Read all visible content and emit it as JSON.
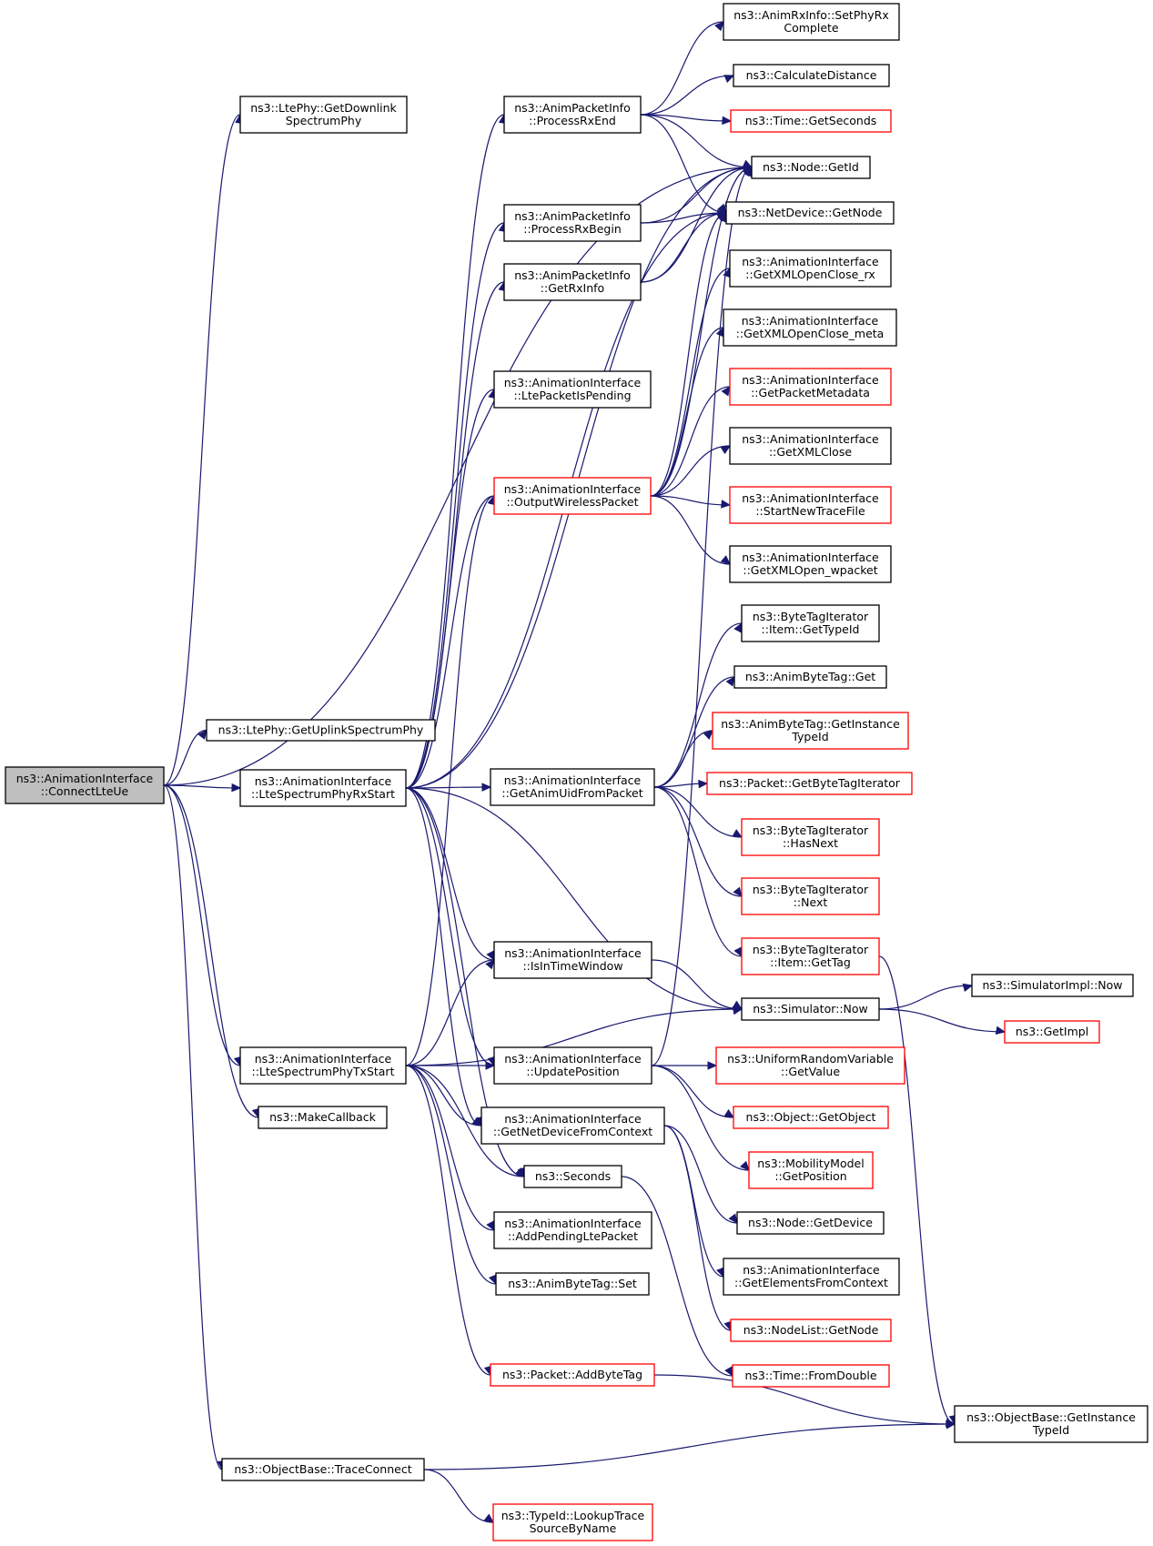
{
  "colors": {
    "edge": "#191970",
    "red_border": "#ff0000",
    "root_fill": "#bfbfbf"
  },
  "nodes": [
    {
      "id": "connect",
      "lines": [
        "ns3::AnimationInterface",
        "::ConnectLteUe"
      ],
      "style": "root"
    },
    {
      "id": "getDownlink",
      "lines": [
        "ns3::LtePhy::GetDownlink",
        "SpectrumPhy"
      ]
    },
    {
      "id": "getUplink",
      "lines": [
        "ns3::LtePhy::GetUplinkSpectrumPhy"
      ]
    },
    {
      "id": "rxStart",
      "lines": [
        "ns3::AnimationInterface",
        "::LteSpectrumPhyRxStart"
      ]
    },
    {
      "id": "txStart",
      "lines": [
        "ns3::AnimationInterface",
        "::LteSpectrumPhyTxStart"
      ]
    },
    {
      "id": "makeCallback",
      "lines": [
        "ns3::MakeCallback"
      ]
    },
    {
      "id": "traceConnect",
      "lines": [
        "ns3::ObjectBase::TraceConnect"
      ]
    },
    {
      "id": "processRxEnd",
      "lines": [
        "ns3::AnimPacketInfo",
        "::ProcessRxEnd"
      ]
    },
    {
      "id": "processRxBegin",
      "lines": [
        "ns3::AnimPacketInfo",
        "::ProcessRxBegin"
      ]
    },
    {
      "id": "getRxInfo",
      "lines": [
        "ns3::AnimPacketInfo",
        "::GetRxInfo"
      ]
    },
    {
      "id": "ltePacketIsPending",
      "lines": [
        "ns3::AnimationInterface",
        "::LtePacketIsPending"
      ]
    },
    {
      "id": "outputWireless",
      "lines": [
        "ns3::AnimationInterface",
        "::OutputWirelessPacket"
      ],
      "style": "red"
    },
    {
      "id": "getAnimUid",
      "lines": [
        "ns3::AnimationInterface",
        "::GetAnimUidFromPacket"
      ]
    },
    {
      "id": "isInTimeWindow",
      "lines": [
        "ns3::AnimationInterface",
        "::IsInTimeWindow"
      ]
    },
    {
      "id": "updatePosition",
      "lines": [
        "ns3::AnimationInterface",
        "::UpdatePosition"
      ]
    },
    {
      "id": "getNetDeviceFromContext",
      "lines": [
        "ns3::AnimationInterface",
        "::GetNetDeviceFromContext"
      ]
    },
    {
      "id": "seconds",
      "lines": [
        "ns3::Seconds"
      ]
    },
    {
      "id": "addPendingLte",
      "lines": [
        "ns3::AnimationInterface",
        "::AddPendingLtePacket"
      ]
    },
    {
      "id": "animByteTagSet",
      "lines": [
        "ns3::AnimByteTag::Set"
      ]
    },
    {
      "id": "addByteTag",
      "lines": [
        "ns3::Packet::AddByteTag"
      ],
      "style": "red"
    },
    {
      "id": "lookupTrace",
      "lines": [
        "ns3::TypeId::LookupTrace",
        "SourceByName"
      ],
      "style": "red"
    },
    {
      "id": "setPhyRx",
      "lines": [
        "ns3::AnimRxInfo::SetPhyRx",
        "Complete"
      ]
    },
    {
      "id": "calcDistance",
      "lines": [
        "ns3::CalculateDistance"
      ]
    },
    {
      "id": "timeGetSeconds",
      "lines": [
        "ns3::Time::GetSeconds"
      ],
      "style": "red"
    },
    {
      "id": "nodeGetId",
      "lines": [
        "ns3::Node::GetId"
      ]
    },
    {
      "id": "netDeviceGetNode",
      "lines": [
        "ns3::NetDevice::GetNode"
      ]
    },
    {
      "id": "xmlRx",
      "lines": [
        "ns3::AnimationInterface",
        "::GetXMLOpenClose_rx"
      ]
    },
    {
      "id": "xmlMeta",
      "lines": [
        "ns3::AnimationInterface",
        "::GetXMLOpenClose_meta"
      ]
    },
    {
      "id": "getPacketMetadata",
      "lines": [
        "ns3::AnimationInterface",
        "::GetPacketMetadata"
      ],
      "style": "red"
    },
    {
      "id": "xmlClose",
      "lines": [
        "ns3::AnimationInterface",
        "::GetXMLClose"
      ]
    },
    {
      "id": "startNewTrace",
      "lines": [
        "ns3::AnimationInterface",
        "::StartNewTraceFile"
      ],
      "style": "red"
    },
    {
      "id": "xmlOpenWpacket",
      "lines": [
        "ns3::AnimationInterface",
        "::GetXMLOpen_wpacket"
      ]
    },
    {
      "id": "itemGetTypeId",
      "lines": [
        "ns3::ByteTagIterator",
        "::Item::GetTypeId"
      ]
    },
    {
      "id": "animByteTagGet",
      "lines": [
        "ns3::AnimByteTag::Get"
      ]
    },
    {
      "id": "animByteTagInstance",
      "lines": [
        "ns3::AnimByteTag::GetInstance",
        "TypeId"
      ],
      "style": "red"
    },
    {
      "id": "getByteTagIterator",
      "lines": [
        "ns3::Packet::GetByteTagIterator"
      ],
      "style": "red"
    },
    {
      "id": "hasNext",
      "lines": [
        "ns3::ByteTagIterator",
        "::HasNext"
      ],
      "style": "red"
    },
    {
      "id": "next",
      "lines": [
        "ns3::ByteTagIterator",
        "::Next"
      ],
      "style": "red"
    },
    {
      "id": "itemGetTag",
      "lines": [
        "ns3::ByteTagIterator",
        "::Item::GetTag"
      ],
      "style": "red"
    },
    {
      "id": "simulatorNow",
      "lines": [
        "ns3::Simulator::Now"
      ]
    },
    {
      "id": "simImplNow",
      "lines": [
        "ns3::SimulatorImpl::Now"
      ]
    },
    {
      "id": "getImpl",
      "lines": [
        "ns3::GetImpl"
      ],
      "style": "red"
    },
    {
      "id": "uniformGetValue",
      "lines": [
        "ns3::UniformRandomVariable",
        "::GetValue"
      ],
      "style": "red"
    },
    {
      "id": "objectGetObject",
      "lines": [
        "ns3::Object::GetObject"
      ],
      "style": "red"
    },
    {
      "id": "mobilityGetPosition",
      "lines": [
        "ns3::MobilityModel",
        "::GetPosition"
      ],
      "style": "red"
    },
    {
      "id": "nodeGetDevice",
      "lines": [
        "ns3::Node::GetDevice"
      ]
    },
    {
      "id": "getElementsFromContext",
      "lines": [
        "ns3::AnimationInterface",
        "::GetElementsFromContext"
      ]
    },
    {
      "id": "nodeListGetNode",
      "lines": [
        "ns3::NodeList::GetNode"
      ],
      "style": "red"
    },
    {
      "id": "timeFromDouble",
      "lines": [
        "ns3::Time::FromDouble"
      ],
      "style": "red"
    },
    {
      "id": "objectBaseInstance",
      "lines": [
        "ns3::ObjectBase::GetInstance",
        "TypeId"
      ]
    }
  ],
  "edges": [
    [
      "connect",
      "getDownlink"
    ],
    [
      "connect",
      "nodeGetId"
    ],
    [
      "connect",
      "getUplink"
    ],
    [
      "connect",
      "rxStart"
    ],
    [
      "connect",
      "txStart"
    ],
    [
      "connect",
      "makeCallback"
    ],
    [
      "connect",
      "traceConnect"
    ],
    [
      "rxStart",
      "processRxEnd"
    ],
    [
      "rxStart",
      "processRxBegin"
    ],
    [
      "rxStart",
      "getRxInfo"
    ],
    [
      "rxStart",
      "ltePacketIsPending"
    ],
    [
      "rxStart",
      "outputWireless"
    ],
    [
      "rxStart",
      "nodeGetId"
    ],
    [
      "rxStart",
      "netDeviceGetNode"
    ],
    [
      "rxStart",
      "getAnimUid"
    ],
    [
      "rxStart",
      "isInTimeWindow"
    ],
    [
      "rxStart",
      "simulatorNow"
    ],
    [
      "rxStart",
      "updatePosition"
    ],
    [
      "rxStart",
      "getNetDeviceFromContext"
    ],
    [
      "rxStart",
      "seconds"
    ],
    [
      "txStart",
      "outputWireless"
    ],
    [
      "txStart",
      "isInTimeWindow"
    ],
    [
      "txStart",
      "simulatorNow"
    ],
    [
      "txStart",
      "updatePosition"
    ],
    [
      "txStart",
      "getNetDeviceFromContext"
    ],
    [
      "txStart",
      "seconds"
    ],
    [
      "txStart",
      "addPendingLte"
    ],
    [
      "txStart",
      "animByteTagSet"
    ],
    [
      "txStart",
      "addByteTag"
    ],
    [
      "traceConnect",
      "objectBaseInstance"
    ],
    [
      "traceConnect",
      "lookupTrace"
    ],
    [
      "processRxEnd",
      "setPhyRx"
    ],
    [
      "processRxEnd",
      "calcDistance"
    ],
    [
      "processRxEnd",
      "timeGetSeconds"
    ],
    [
      "processRxEnd",
      "nodeGetId"
    ],
    [
      "processRxEnd",
      "netDeviceGetNode"
    ],
    [
      "processRxBegin",
      "nodeGetId"
    ],
    [
      "processRxBegin",
      "netDeviceGetNode"
    ],
    [
      "getRxInfo",
      "nodeGetId"
    ],
    [
      "getRxInfo",
      "netDeviceGetNode"
    ],
    [
      "outputWireless",
      "nodeGetId"
    ],
    [
      "outputWireless",
      "netDeviceGetNode"
    ],
    [
      "outputWireless",
      "xmlRx"
    ],
    [
      "outputWireless",
      "xmlMeta"
    ],
    [
      "outputWireless",
      "getPacketMetadata"
    ],
    [
      "outputWireless",
      "xmlClose"
    ],
    [
      "outputWireless",
      "startNewTrace"
    ],
    [
      "outputWireless",
      "xmlOpenWpacket"
    ],
    [
      "getAnimUid",
      "itemGetTypeId"
    ],
    [
      "getAnimUid",
      "animByteTagGet"
    ],
    [
      "getAnimUid",
      "animByteTagInstance"
    ],
    [
      "getAnimUid",
      "getByteTagIterator"
    ],
    [
      "getAnimUid",
      "hasNext"
    ],
    [
      "getAnimUid",
      "next"
    ],
    [
      "getAnimUid",
      "itemGetTag"
    ],
    [
      "isInTimeWindow",
      "simulatorNow"
    ],
    [
      "updatePosition",
      "nodeGetId"
    ],
    [
      "updatePosition",
      "uniformGetValue"
    ],
    [
      "updatePosition",
      "objectGetObject"
    ],
    [
      "updatePosition",
      "mobilityGetPosition"
    ],
    [
      "getNetDeviceFromContext",
      "nodeGetDevice"
    ],
    [
      "getNetDeviceFromContext",
      "getElementsFromContext"
    ],
    [
      "getNetDeviceFromContext",
      "nodeListGetNode"
    ],
    [
      "seconds",
      "timeFromDouble"
    ],
    [
      "addByteTag",
      "objectBaseInstance"
    ],
    [
      "itemGetTag",
      "objectBaseInstance"
    ],
    [
      "simulatorNow",
      "simImplNow"
    ],
    [
      "simulatorNow",
      "getImpl"
    ]
  ]
}
